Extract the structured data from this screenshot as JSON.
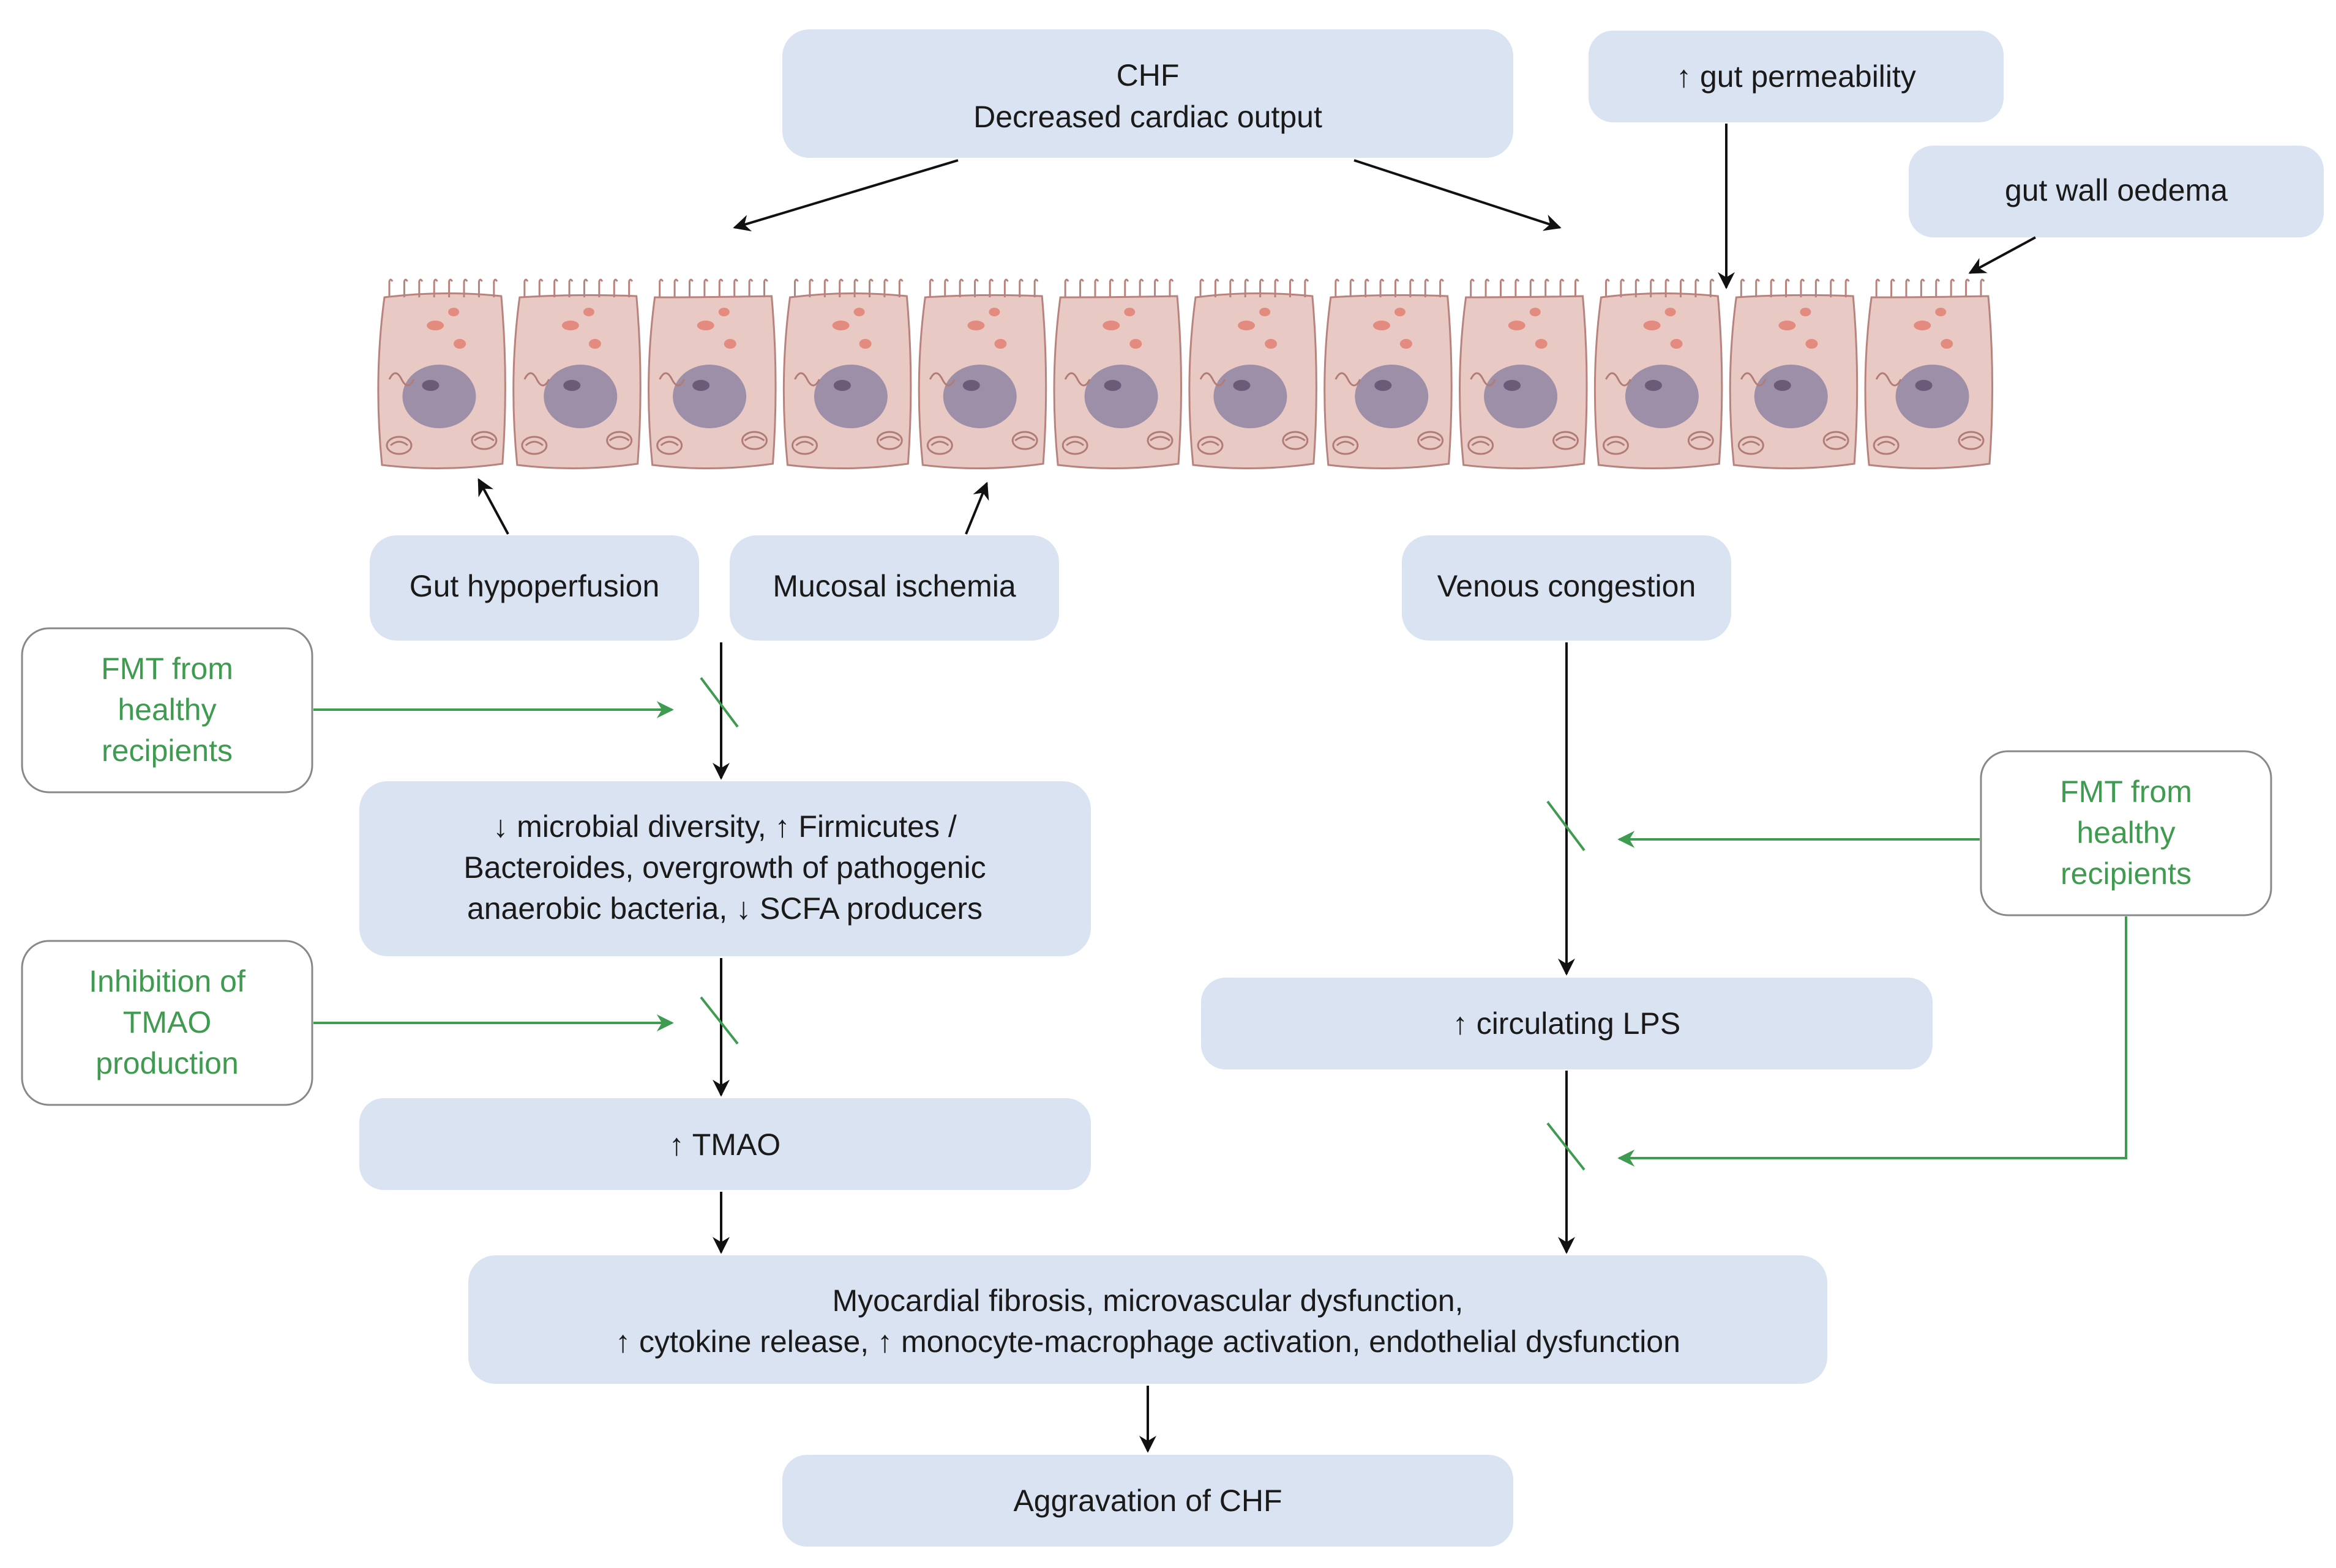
{
  "colors": {
    "box_fill": "#dae3f1",
    "box_text": "#1a1a1a",
    "green": "#3e9b4f",
    "green_border": "#888888",
    "arrow": "#111111",
    "cell_fill": "#e9c9c4",
    "cell_stroke": "#b8837d",
    "nucleus": "#9d8fa8",
    "nucleolus": "#6b5b78",
    "granule": "#e38b7f",
    "organelle": "#b27c76"
  },
  "boxes": {
    "chf": {
      "line1": "CHF",
      "line2": "Decreased cardiac output"
    },
    "gut_permeability": {
      "label": "↑ gut permeability"
    },
    "gut_wall_oedema": {
      "label": "gut wall oedema"
    },
    "gut_hypoperfusion": {
      "label": "Gut hypoperfusion"
    },
    "mucosal_ischemia": {
      "label": "Mucosal ischemia"
    },
    "venous_congestion": {
      "label": "Venous congestion"
    },
    "microbial": {
      "line1": "↓ microbial diversity, ↑ Firmicutes /",
      "line2": "Bacteroides, overgrowth of pathogenic",
      "line3": "anaerobic bacteria, ↓ SCFA producers"
    },
    "tmao": {
      "label": "↑ TMAO"
    },
    "lps": {
      "label": "↑ circulating LPS"
    },
    "myocardial": {
      "line1": "Myocardial fibrosis, microvascular dysfunction,",
      "line2": "↑ cytokine release, ↑ monocyte-macrophage activation, endothelial dysfunction"
    },
    "aggravation": {
      "label": "Aggravation of CHF"
    }
  },
  "interventions": {
    "fmt_left": {
      "line1": "FMT from",
      "line2": "healthy",
      "line3": "recipients"
    },
    "inhibition": {
      "line1": "Inhibition of",
      "line2": "TMAO",
      "line3": "production"
    },
    "fmt_right": {
      "line1": "FMT from",
      "line2": "healthy",
      "line3": "recipients"
    }
  },
  "epithelium": {
    "cell_count": 12
  }
}
